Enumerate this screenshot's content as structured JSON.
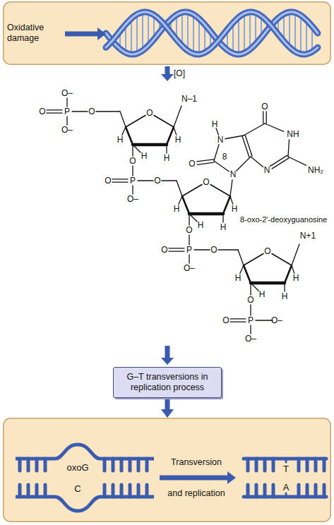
{
  "diagram": {
    "nodes": [
      {
        "text": [
          "Oxidative damage"
        ]
      },
      {
        "text": [
          "G–T transversions in replication process"
        ]
      },
      {
        "text": [
          "Transversion",
          "and replication"
        ]
      }
    ],
    "edges": [
      {
        "from": 1,
        "to": 2,
        "arrow": "to"
      }
    ],
    "labels": [
      "[O]",
      "O–",
      "O",
      "P",
      "O",
      "O–",
      "O",
      "H",
      "H",
      "H",
      "H",
      "N–1",
      "O",
      "O",
      "P",
      "O",
      "O–",
      "O",
      "H",
      "H",
      "H",
      "H",
      "O",
      "H",
      "N",
      "8",
      "O",
      "NH",
      "N",
      "NH₂",
      "N",
      "8-oxo-2'-deoxyguanosine",
      "O",
      "O",
      "P",
      "O",
      "O–",
      "O",
      "H",
      "H",
      "H",
      "H",
      "N+1",
      "O",
      "O",
      "P",
      "O–",
      "O–",
      "oxoG",
      "C",
      "T",
      "A"
    ]
  }
}
